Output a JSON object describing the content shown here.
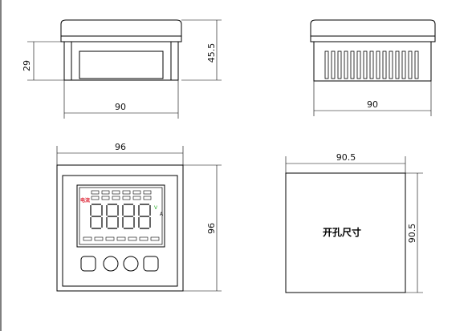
{
  "front_view": {
    "height_labels": [
      "29",
      "45.5"
    ],
    "width_label": "90"
  },
  "side_view": {
    "width_label": "90"
  },
  "panel_view": {
    "width_label": "96",
    "height_label": "96",
    "screen_segment_digits": [
      "8",
      "8",
      "8",
      "8"
    ],
    "screen_red_tag": "电流",
    "screen_unit_v": "V",
    "screen_unit_a": "A"
  },
  "cutout_view": {
    "width_label": "90.5",
    "height_label": "90.5",
    "center_label": "开孔尺寸"
  },
  "colors": {
    "line": "#000000",
    "accent_red": "#d23",
    "accent_green": "#2a2"
  }
}
